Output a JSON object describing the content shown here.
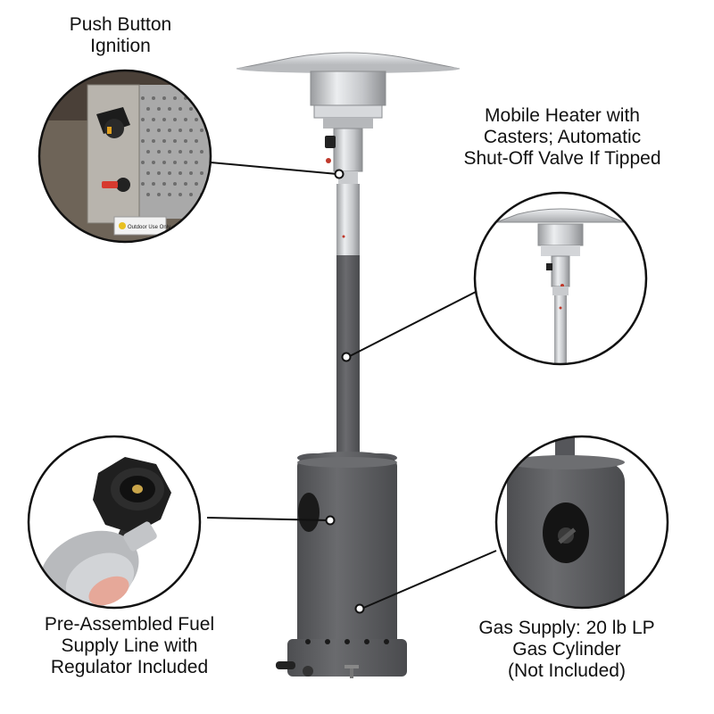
{
  "callouts": {
    "ignition": "Push Button\nIgnition",
    "mobile": "Mobile Heater with\nCasters; Automatic\nShut-Off Valve If Tipped",
    "fuel": "Pre-Assembled Fuel\nSupply Line with\nRegulator Included",
    "gas": "Gas Supply: 20 lb LP\nGas Cylinder\n(Not Included)"
  },
  "sticker_text": "Outdoor Use Only",
  "colors": {
    "heater_body": "#5f6063",
    "stainless": "#c9cbce",
    "line": "#111111"
  }
}
